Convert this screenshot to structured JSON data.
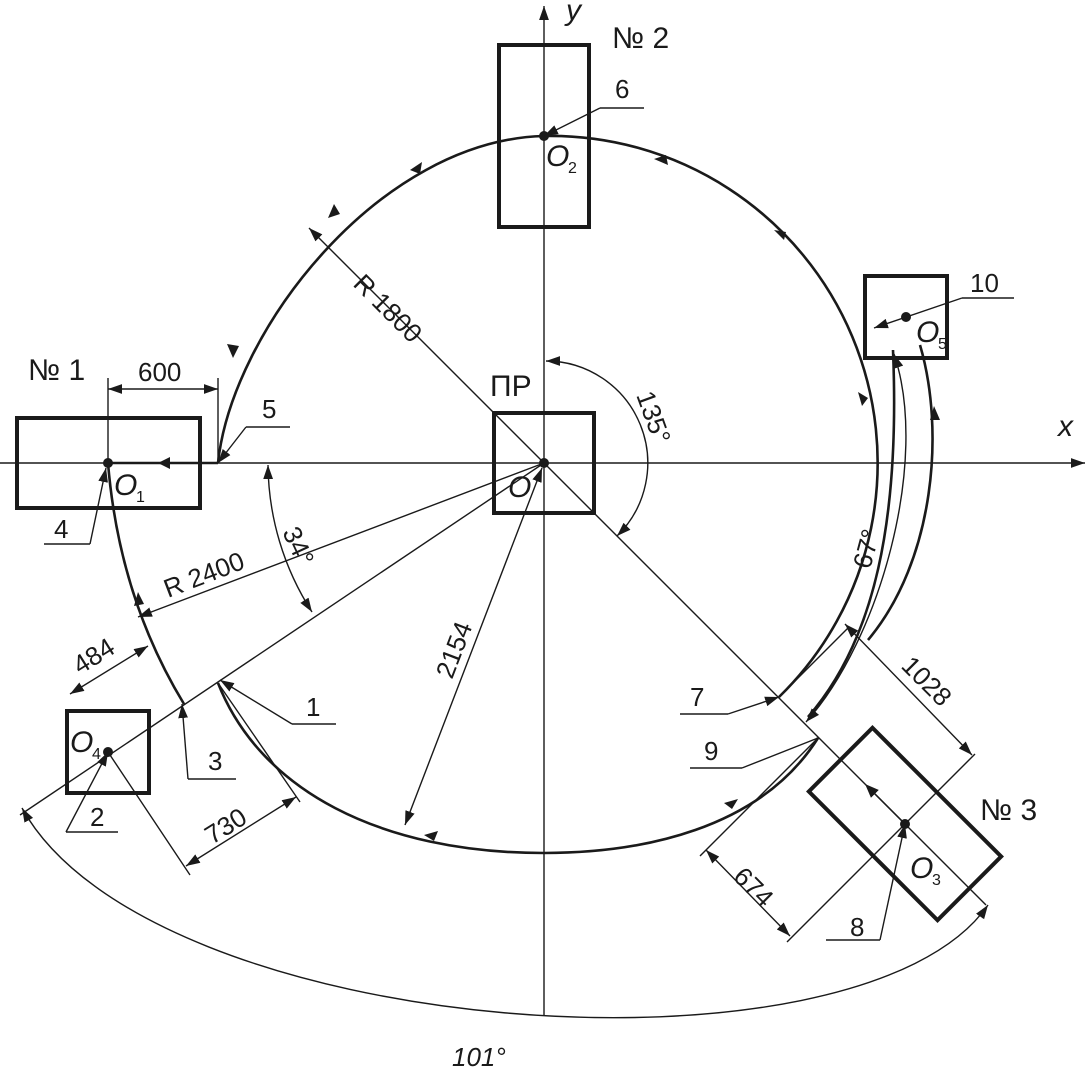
{
  "axes": {
    "x": "x",
    "y": "y"
  },
  "stations": {
    "n1": "№ 1",
    "n2": "№ 2",
    "n3": "№ 3",
    "pr": "ПР"
  },
  "points": {
    "o": "O",
    "o1": {
      "main": "O",
      "sub": "1"
    },
    "o2": {
      "main": "O",
      "sub": "2"
    },
    "o3": {
      "main": "O",
      "sub": "3"
    },
    "o4": {
      "main": "O",
      "sub": "4"
    },
    "o5": {
      "main": "O",
      "sub": "5"
    }
  },
  "callouts": [
    "1",
    "2",
    "3",
    "4",
    "5",
    "6",
    "7",
    "8",
    "9",
    "10"
  ],
  "dimensions": {
    "r1800": "R 1800",
    "r2400": "R 2400",
    "d2154": "2154",
    "d600": "600",
    "d484": "484",
    "d730": "730",
    "d674": "674",
    "d1028": "1028",
    "a34": "34°",
    "a67": "67°",
    "a135": "135°",
    "a101": "101°"
  }
}
